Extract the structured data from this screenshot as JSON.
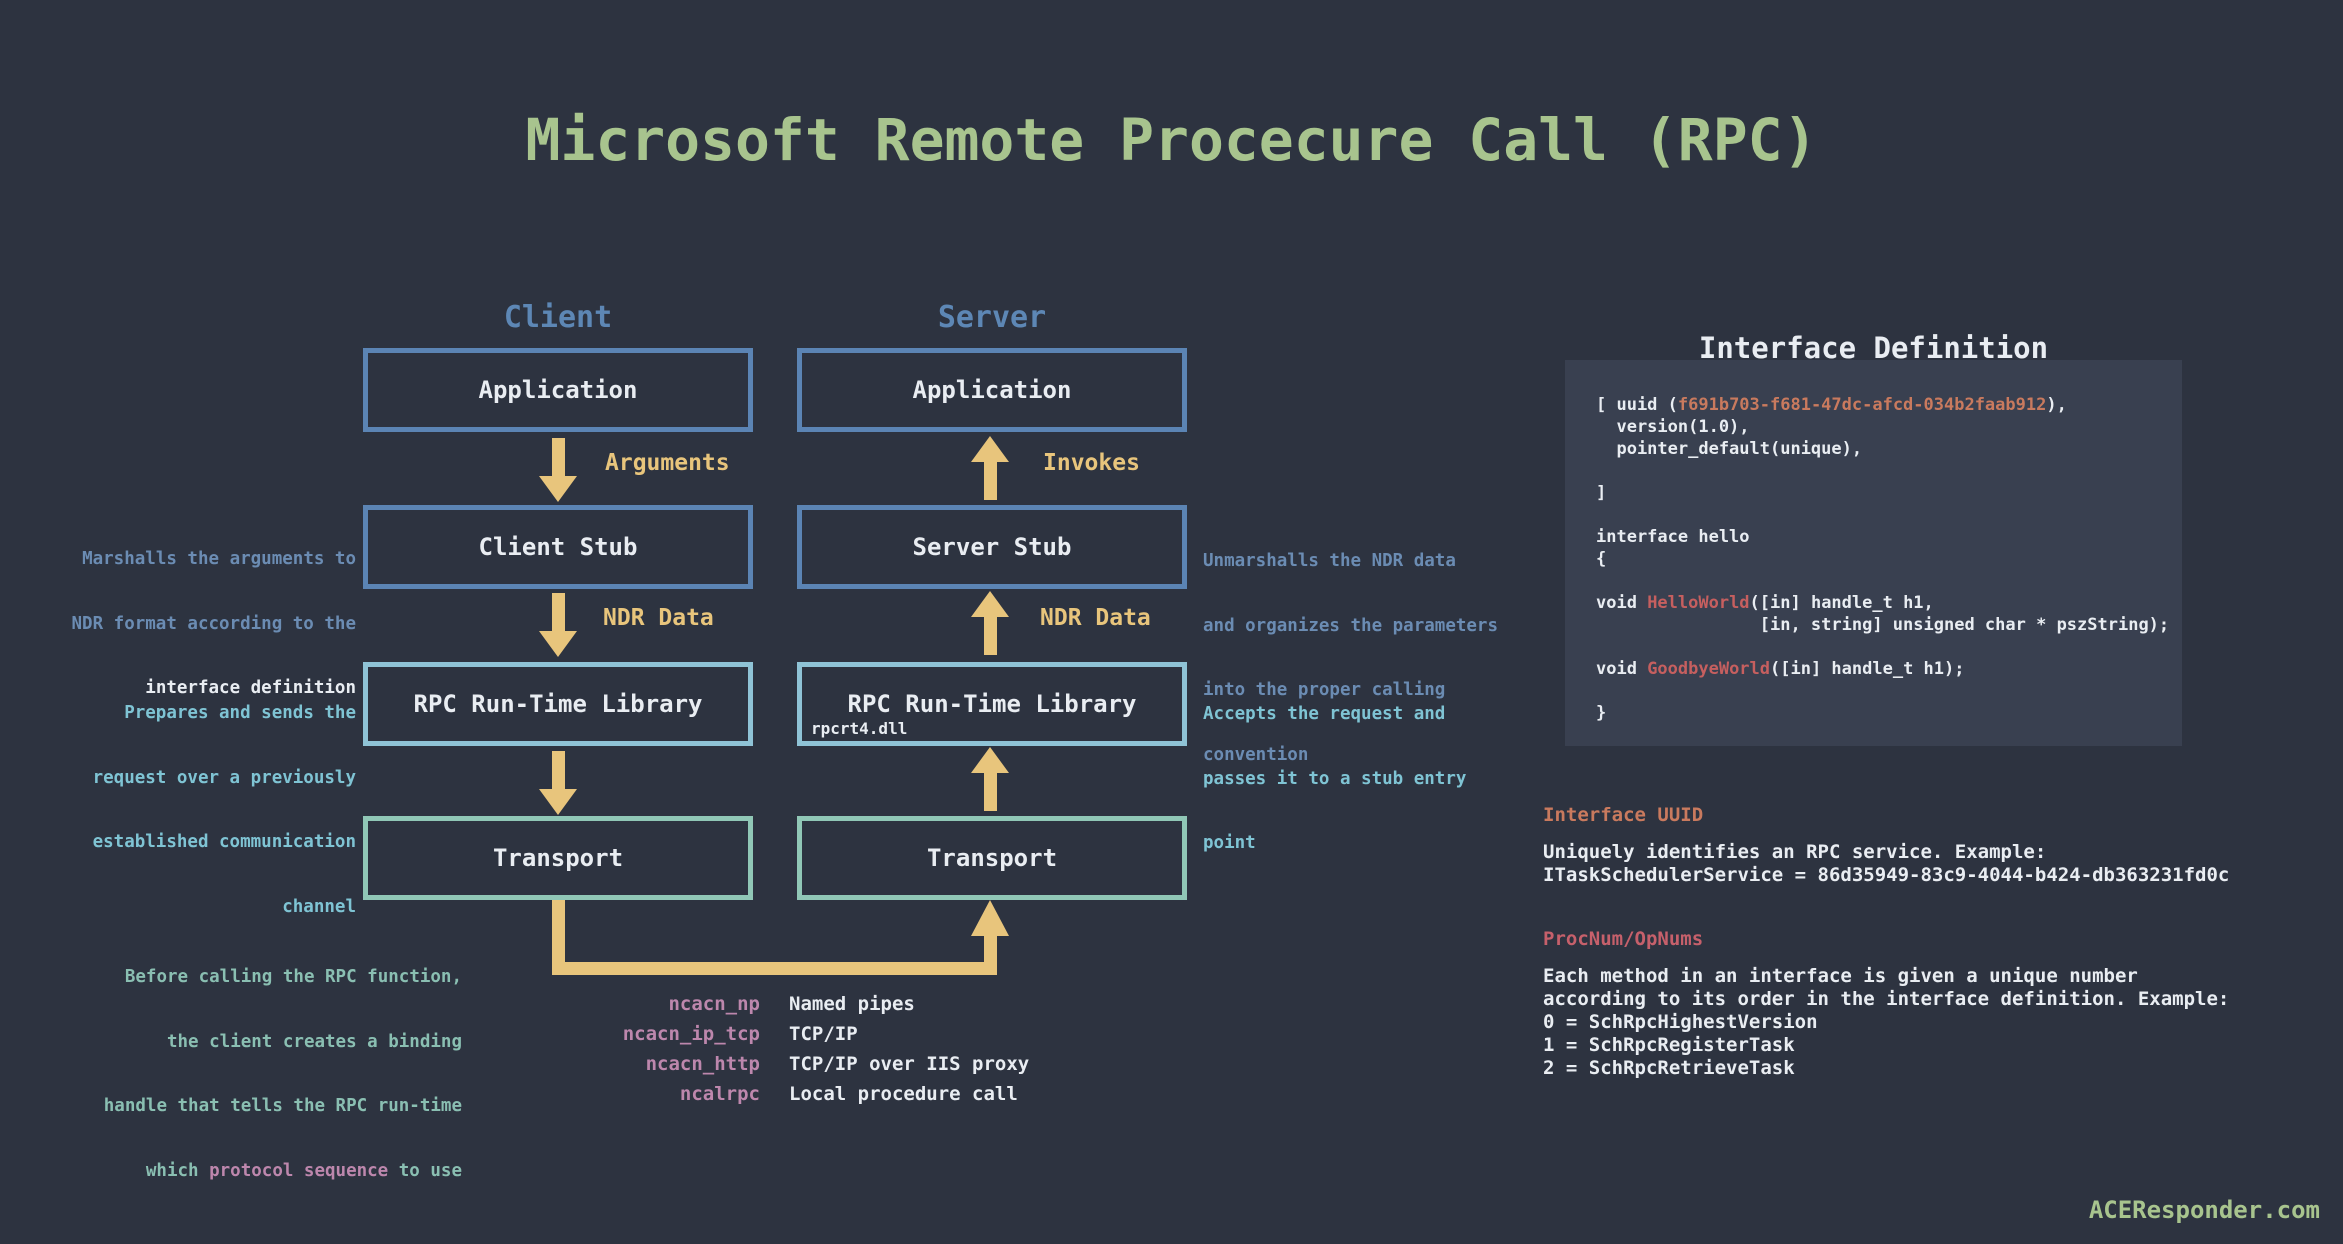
{
  "page": {
    "title": "Microsoft Remote Procecure Call (RPC)",
    "watermark": "ACEResponder.com"
  },
  "colors": {
    "bg": "#2d3340",
    "panel_bg": "#394050",
    "sage_green": "#a8c48e",
    "steel_blue": "#5d87b5",
    "border_blue": "#5b84b4",
    "border_cyan": "#8fc3d6",
    "border_teal": "#90c7b6",
    "arrow_tan": "#e8c57c",
    "text_white": "#e9edf2",
    "annot_blue": "#6b8cb3",
    "annot_teal": "#7fc4d4",
    "annot_seafoam": "#8abfb2",
    "mauve": "#bd87ad",
    "orange": "#c97a5e",
    "red": "#c65f5f",
    "red_pink": "#c6606b"
  },
  "diagram": {
    "client": {
      "header": "Client",
      "boxes": [
        "Application",
        "Client Stub",
        "RPC Run-Time Library",
        "Transport"
      ],
      "arrow_labels": [
        "Arguments",
        "NDR Data"
      ]
    },
    "server": {
      "header": "Server",
      "boxes": [
        "Application",
        "Server Stub",
        "RPC Run-Time Library",
        "Transport"
      ],
      "rpc_box_sublabel": "rpcrt4.dll",
      "arrow_labels": [
        "Invokes",
        "NDR Data"
      ]
    },
    "annotations": {
      "client_stub": {
        "lines": [
          "Marshalls the arguments to",
          "NDR format according to the"
        ],
        "emphasis": "interface definition"
      },
      "client_runtime": {
        "lines": [
          "Prepares and sends the",
          "request over a previously",
          "established communication",
          "channel"
        ]
      },
      "client_binding": {
        "lines": [
          "Before calling the RPC function,",
          "the client creates a binding",
          "handle that tells the RPC run-time"
        ],
        "last_pre": "which ",
        "last_em": "protocol sequence",
        "last_post": " to use"
      },
      "server_stub": {
        "lines": [
          "Unmarshalls the NDR data",
          "and organizes the parameters",
          "into the proper calling",
          "convention"
        ]
      },
      "server_runtime": {
        "lines": [
          "Accepts the request and",
          "passes it to a stub entry",
          "point"
        ]
      }
    },
    "protocols": [
      {
        "name": "ncacn_np",
        "desc": "Named pipes"
      },
      {
        "name": "ncacn_ip_tcp",
        "desc": "TCP/IP"
      },
      {
        "name": "ncacn_http",
        "desc": "TCP/IP over IIS proxy"
      },
      {
        "name": "ncalrpc",
        "desc": "Local procedure call"
      }
    ]
  },
  "interface_definition": {
    "title": "Interface Definition",
    "code": [
      {
        "pre": "[ uuid (",
        "hl": "f691b703-f681-47dc-afcd-034b2faab912",
        "post": "),"
      },
      {
        "pre": "  version(1.0),"
      },
      {
        "pre": "  pointer_default(unique),"
      },
      {
        "pre": ""
      },
      {
        "pre": "]"
      },
      {
        "pre": ""
      },
      {
        "pre": "interface hello"
      },
      {
        "pre": "{"
      },
      {
        "pre": ""
      },
      {
        "pre": "void ",
        "hl": "HelloWorld",
        "post": "([in] handle_t h1,"
      },
      {
        "pre": "                [in, string] unsigned char * pszString);"
      },
      {
        "pre": ""
      },
      {
        "pre": "void ",
        "hl": "GoodbyeWorld",
        "post": "([in] handle_t h1);"
      },
      {
        "pre": ""
      },
      {
        "pre": "}"
      }
    ]
  },
  "interface_uuid": {
    "title": "Interface UUID",
    "lines": [
      "Uniquely identifies an RPC service. Example:",
      "ITaskSchedulerService = 86d35949-83c9-4044-b424-db363231fd0c"
    ]
  },
  "procnums": {
    "title": "ProcNum/OpNums",
    "lines": [
      "Each method in an interface is given a unique number",
      "according to its order in the interface definition. Example:",
      "0 = SchRpcHighestVersion",
      "1 = SchRpcRegisterTask",
      "2 = SchRpcRetrieveTask"
    ]
  }
}
